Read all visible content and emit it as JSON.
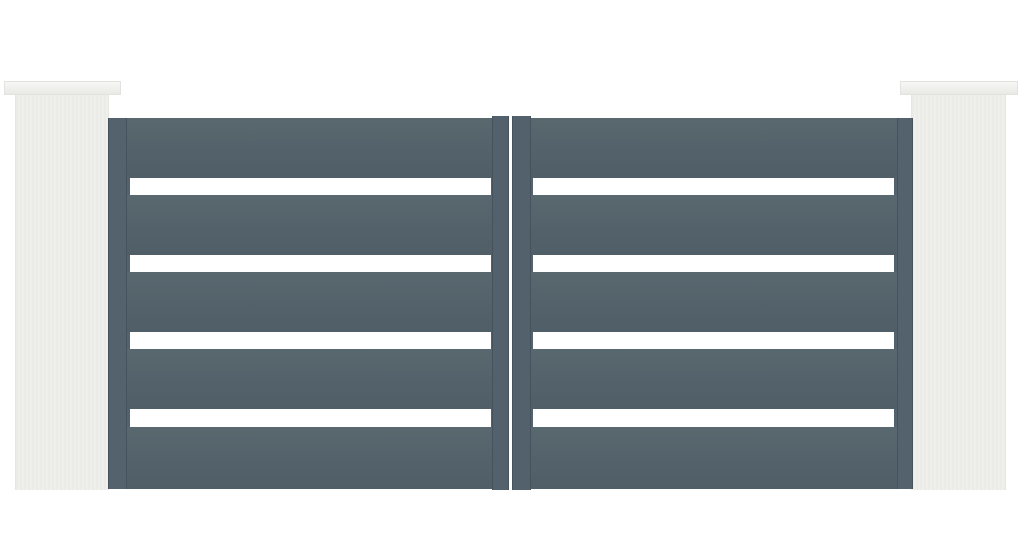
{
  "scene": {
    "subject": "gate",
    "colors": {
      "background": "#ffffff",
      "gate": "#53626c",
      "gate_dark": "#46535c",
      "pillar": "#efefec"
    },
    "gate": {
      "leaves": 2,
      "horizontal_openings_per_leaf": 4
    }
  }
}
